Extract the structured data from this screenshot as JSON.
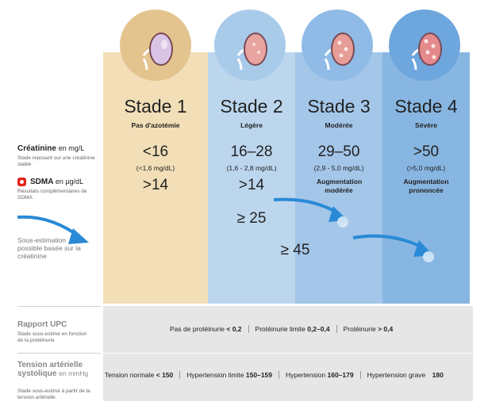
{
  "stages": [
    {
      "title": "Stade 1",
      "subtitle": "Pas d'azotémie",
      "creatinine": "<16",
      "creatinine_range": "(<1,6 mg/dL)",
      "sdma": ">14",
      "sdma_note": ""
    },
    {
      "title": "Stade 2",
      "subtitle": "Légère",
      "creatinine": "16–28",
      "creatinine_range": "(1,6 - 2,8 mg/dL)",
      "sdma": ">14",
      "sdma_note": ""
    },
    {
      "title": "Stade 3",
      "subtitle": "Modérée",
      "creatinine": "29–50",
      "creatinine_range": "(2,9 - 5,0 mg/dL)",
      "sdma": "",
      "sdma_note": "Augmentation modérée"
    },
    {
      "title": "Stade 4",
      "subtitle": "Sévère",
      "creatinine": ">50",
      "creatinine_range": "(>5,0 mg/dL)",
      "sdma": "",
      "sdma_note": "Augmentation prononcée"
    }
  ],
  "sdma_thresholds": {
    "stage3": "≥ 25",
    "stage4": "≥ 45"
  },
  "left": {
    "creatinine_label": "Créatinine",
    "creatinine_unit": "en mg/L",
    "creatinine_note": "Stade reposant sur une créatinine stable",
    "sdma_label": "SDMA",
    "sdma_unit": "en µg/dL",
    "sdma_note": "Résultats complémentaires de SDMA",
    "underestimation_note": "Sous-estimation possible basée sur la créatinine",
    "upc_title": "Rapport UPC",
    "upc_note": "Stade sous-estimé en fonction de la protéinurie",
    "bp_title": "Tension artérielle systolique",
    "bp_unit": "en mmHg",
    "bp_note": "Stade sous-estimé à partir de la tension artérielle"
  },
  "upc": {
    "cells": [
      {
        "label": "Pas de protéinurie",
        "value": "< 0,2"
      },
      {
        "label": "Protéinurie limite",
        "value": "0,2–0,4"
      },
      {
        "label": "Protéinurie",
        "value": "> 0,4"
      }
    ]
  },
  "bp": {
    "cells": [
      {
        "label": "Tension normale",
        "value": "< 150"
      },
      {
        "label": "Hypertension limite",
        "value": "150–159"
      },
      {
        "label": "Hypertension",
        "value": "160–179"
      },
      {
        "label": "Hypertension grave",
        "value": "180"
      }
    ]
  },
  "colors": {
    "stage1": "#f2dfb8",
    "stage2": "#bcd6ee",
    "stage3": "#a3c6e9",
    "stage4": "#88b6e2",
    "circle1": "#e4c48e",
    "circle2": "#a9cbea",
    "circle3": "#8fbbe6",
    "circle4": "#6ea6de",
    "arrow": "#2a8ad6",
    "gray_band": "#e6e6e6"
  }
}
